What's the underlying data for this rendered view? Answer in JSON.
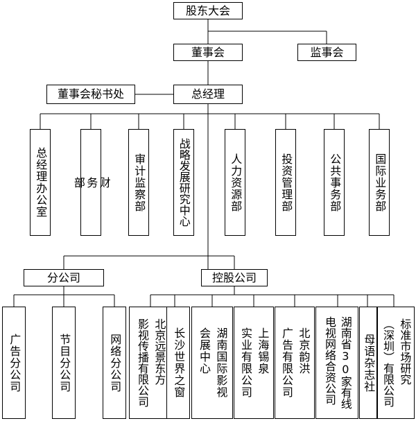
{
  "shareholders": "股东大会",
  "board": "董事会",
  "supervisors": "监事会",
  "secretariat": "董事会秘书处",
  "gm": "总经理",
  "departments": [
    "总经理办公室",
    "财\n务\n部",
    "审计监察部",
    "战略发展研究中心",
    "人力资源部",
    "投资管理部",
    "公共事务部",
    "国际业务部"
  ],
  "branch_group": "分公司",
  "holding_group": "控股公司",
  "branches": [
    "广告分公司",
    "节目分公司",
    "网络分公司"
  ],
  "holdings": [
    [
      "北京远景东方",
      "影视传播有限公司"
    ],
    [
      "长沙世界之窗"
    ],
    [
      "湖南国际影视",
      "会展中心"
    ],
    [
      "上海锡泉",
      "实业有限公司"
    ],
    [
      "北京韵洪",
      "广告有限公司"
    ],
    [
      "湖南省30家有线",
      "电视网络合资公司"
    ],
    [
      "母语杂志社"
    ],
    [
      "标准市场研究",
      "（深圳）有限公司"
    ]
  ]
}
